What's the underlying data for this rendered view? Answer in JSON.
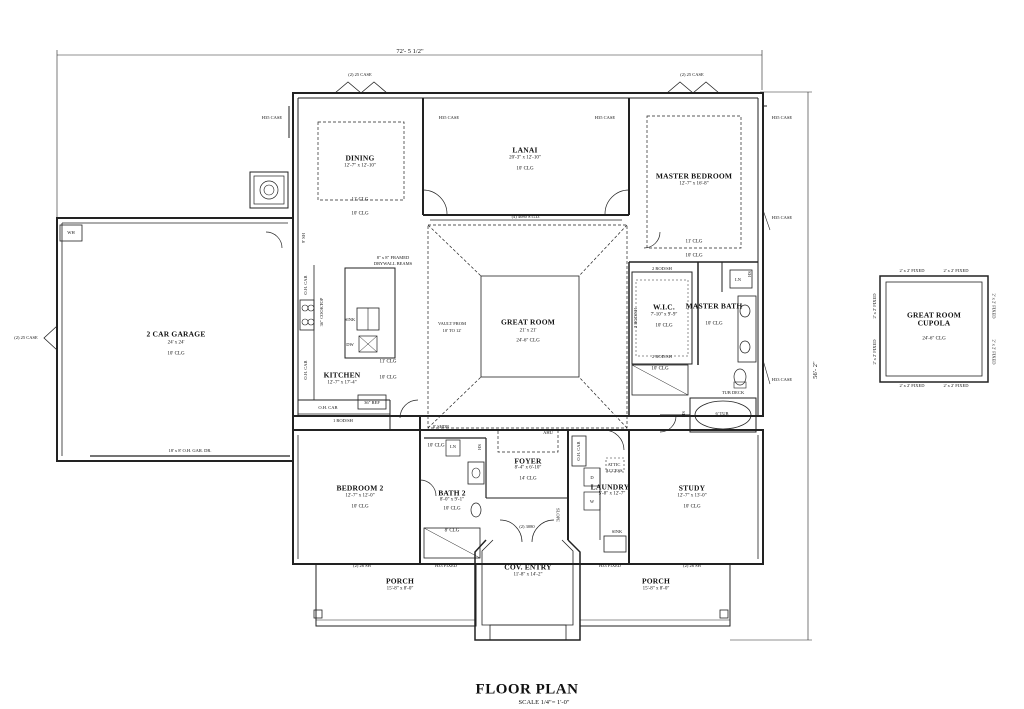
{
  "title": "FLOOR PLAN",
  "scale": "SCALE 1/4\"= 1'-0\"",
  "overall_width": "72'- 5 1/2\"",
  "overall_depth": "56'- 2\"",
  "rooms": {
    "lanai": {
      "name": "LANAI",
      "dims": "20'-3\" x 12'-10\"",
      "clg": "10' CLG"
    },
    "dining": {
      "name": "DINING",
      "dims": "12'-7\" x 12'-10\"",
      "clg_dash": "11' CLG",
      "clg": "10' CLG"
    },
    "master_bedroom": {
      "name": "MASTER BEDROOM",
      "dims": "12'-7\" x 16'-8\"",
      "clg_dash": "11' CLG",
      "clg": "10' CLG"
    },
    "garage": {
      "name": "2 CAR GARAGE",
      "dims": "24' x 24'",
      "clg": "10' CLG"
    },
    "great_room": {
      "name": "GREAT ROOM",
      "dims": "21' x 21'",
      "clg": "24'-6\" CLG"
    },
    "kitchen": {
      "name": "KITCHEN",
      "dims": "12'-7\" x 17'-4\"",
      "clg": "10' CLG"
    },
    "wic": {
      "name": "W.I.C.",
      "dims": "7'-10\" x 9'-9\"",
      "clg": "10' CLG"
    },
    "master_bath": {
      "name": "MASTER BATH",
      "clg": "10' CLG"
    },
    "bedroom2": {
      "name": "BEDROOM 2",
      "dims": "12'-7\" x 12'-0\"",
      "clg": "10' CLG"
    },
    "bath2": {
      "name": "BATH 2",
      "dims": "8'-0\" x 9'-1\"",
      "clg": "10' CLG"
    },
    "foyer": {
      "name": "FOYER",
      "dims": "8'-4\" x 6'-10\"",
      "clg": "14' CLG"
    },
    "laundry": {
      "name": "LAUNDRY",
      "dims": "5'-8\" x 12'-7\""
    },
    "study": {
      "name": "STUDY",
      "dims": "12'-7\" x 13'-0\"",
      "clg": "10' CLG"
    },
    "porch_left": {
      "name": "PORCH",
      "dims": "15'-8\" x 8'-0\""
    },
    "porch_right": {
      "name": "PORCH",
      "dims": "15'-8\" x 8'-0\""
    },
    "cov_entry": {
      "name": "COV. ENTRY",
      "dims": "11'-8\" x 14'-2\""
    },
    "cupola": {
      "name": "GREAT ROOM CUPOLA",
      "line1": "GREAT ROOM",
      "line2": "CUPOLA",
      "clg": "24'-6\" CLG"
    }
  },
  "notes": {
    "case_top_left": "(2) 25 CASE",
    "case_top_right": "(2) 25 CASE",
    "h35_1": "H35 CASE",
    "h35_2": "H35 CASE",
    "h35_3": "H35 CASE",
    "h35_4": "H35 CASE",
    "h35_5": "H35 CASE",
    "h33_case": "H33 CASE",
    "case_left": "(2) 25 CASE",
    "sgd": "(4) 4080 S.G.D.",
    "beams": "8\" x 8\" FRAMED",
    "beams2": "DRYWALL BEAMS",
    "vault": "VAULT FROM",
    "vault2": "10' TO 12'",
    "ref": "36\" REF",
    "oh_cab1": "O.H. CAB",
    "oh_cab2": "O.H. CAB",
    "oh_cab3": "O.H. CAB",
    "rod_sh_kit": "1 ROD/SH",
    "rod_sh_wic1": "2 ROD/SH",
    "rod_sh_wic2": "2 ROD/SH",
    "rod_sh_wic3": "2 ROD/SH",
    "gar_door": "18' x 8' O.H. GAR. DR.",
    "wh": "WH",
    "sink": "SINK",
    "dw": "DW",
    "clg_kitchen_inner": "11' CLG",
    "cook": "36\" COOKTOP",
    "ahu": "AHU",
    "shdr": "8' SHDR",
    "attic": "ATTIC",
    "attic2": "ACCESS",
    "tub_deck": "TUB DECK",
    "tub": "6' TUB",
    "clg_wc": "10' CLG",
    "clg_bath_wc": "10' CLG",
    "clg_bath2_hall": "10' CLG",
    "clg_bath2_shower": "8' CLG",
    "lin1": "LN",
    "lin2": "LN",
    "door_3080": "(2) 3080",
    "sh_left": "(2) 26 SH",
    "sh_right": "(2) 26 SH",
    "h33_fixed_l": "H33 FIXED",
    "h33_fixed_r": "H33 FIXED",
    "hs1": "HS",
    "hs2": "HS",
    "hs3": "HS",
    "sh9": "9' SH",
    "oh_cab_laundry": "O.H. CAB",
    "d": "D",
    "w": "W",
    "laundry_sink": "SINK",
    "slope": "SLOPE",
    "wh_symbol": "WH",
    "fixed": [
      "2' x 2' FIXED",
      "2' x 2' FIXED",
      "2' x 2' FIXED",
      "2' x 2' FIXED",
      "2' x 2' FIXED",
      "2' x 2' FIXED",
      "2' x 2' FIXED",
      "2' x 2' FIXED"
    ]
  }
}
